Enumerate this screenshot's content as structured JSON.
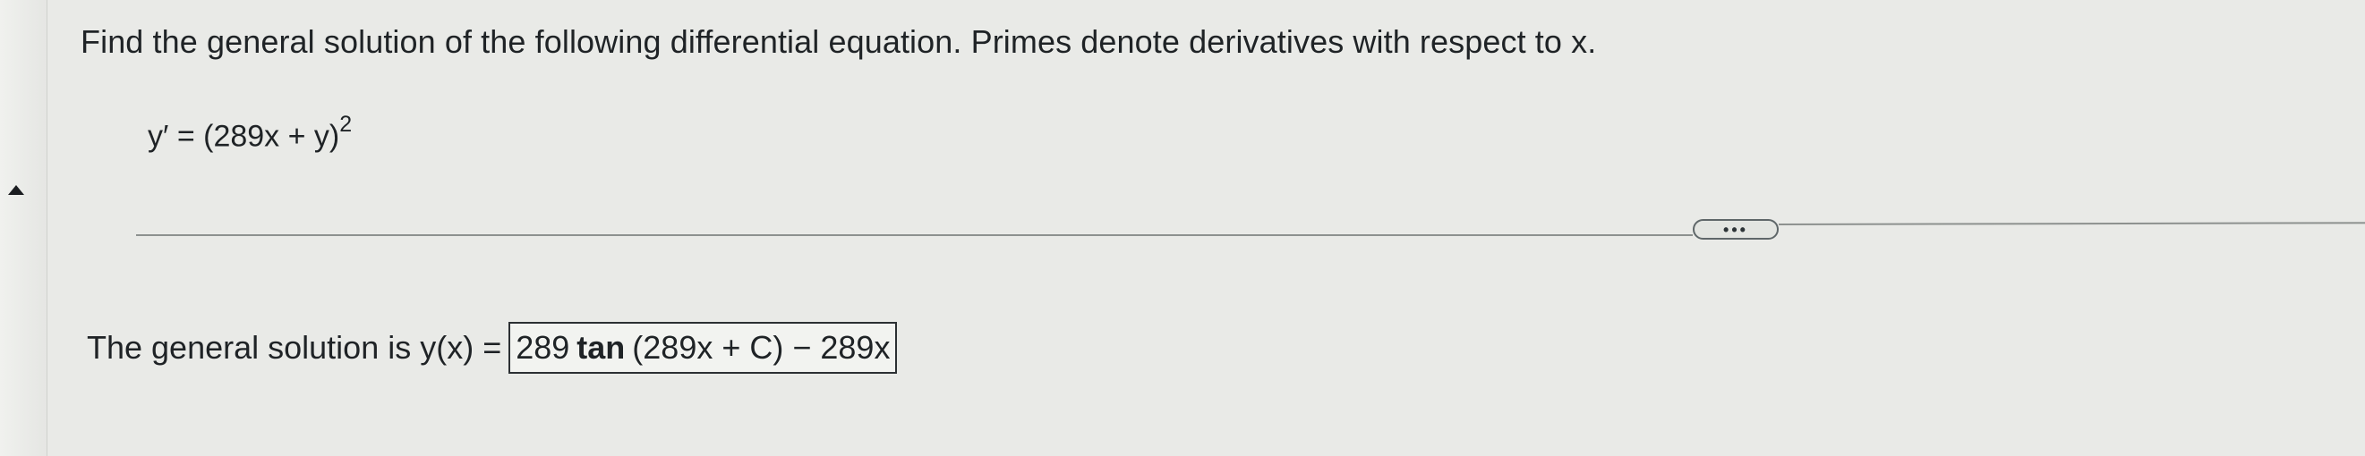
{
  "question": {
    "instruction": "Find the general solution of the following differential equation. Primes denote derivatives with respect to x.",
    "equation_lhs": "y′ = (289x + y)",
    "equation_exponent": "2"
  },
  "divider": {
    "more_label": "•••"
  },
  "answer": {
    "label": "The general solution is y(x) =",
    "coefficient": "289",
    "function": "tan",
    "argument": "(289x + C) − 289x"
  }
}
